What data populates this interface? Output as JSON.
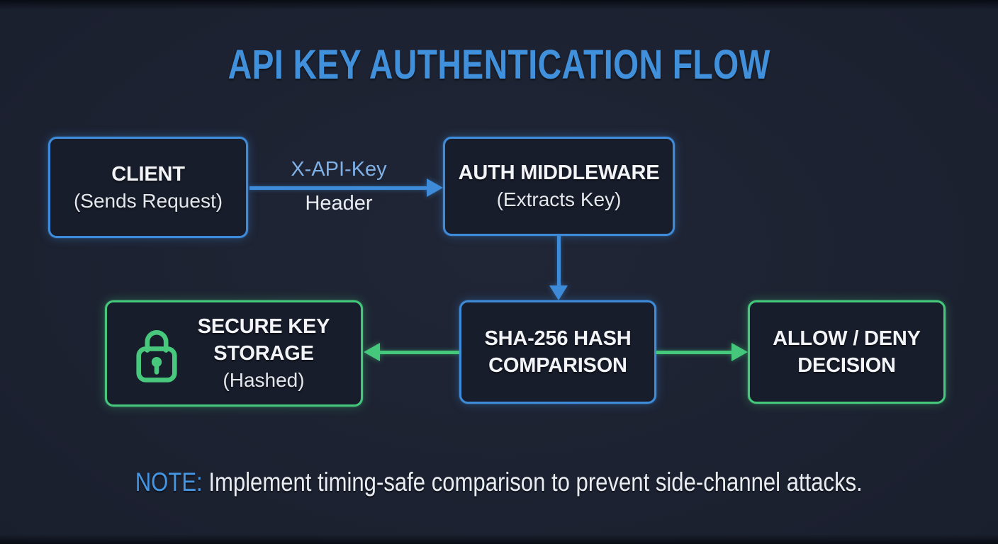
{
  "title": "API KEY AUTHENTICATION FLOW",
  "boxes": {
    "client": {
      "line1": "CLIENT",
      "sub": "(Sends Request)"
    },
    "middleware": {
      "line1": "AUTH MIDDLEWARE",
      "sub": "(Extracts Key)"
    },
    "hash": {
      "line1": "SHA-256 HASH",
      "line2": "COMPARISON"
    },
    "storage": {
      "line1": "SECURE KEY",
      "line2": "STORAGE",
      "sub": "(Hashed)",
      "icon": "lock-icon"
    },
    "decision": {
      "line1": "ALLOW / DENY",
      "line2": "DECISION"
    }
  },
  "edge_labels": {
    "api_key": "X-API-Key",
    "header": "Header"
  },
  "note": {
    "prefix": "NOTE:",
    "text": "Implement timing-safe comparison to prevent side-channel attacks."
  },
  "colors": {
    "background": "#1b2130",
    "node_fill": "#181d2b",
    "blue_accent": "#3e8bd9",
    "title_blue": "#4190dc",
    "label_light_blue": "#7fb0e6",
    "green_accent": "#45c87c",
    "text_white": "#f2f4f7"
  }
}
